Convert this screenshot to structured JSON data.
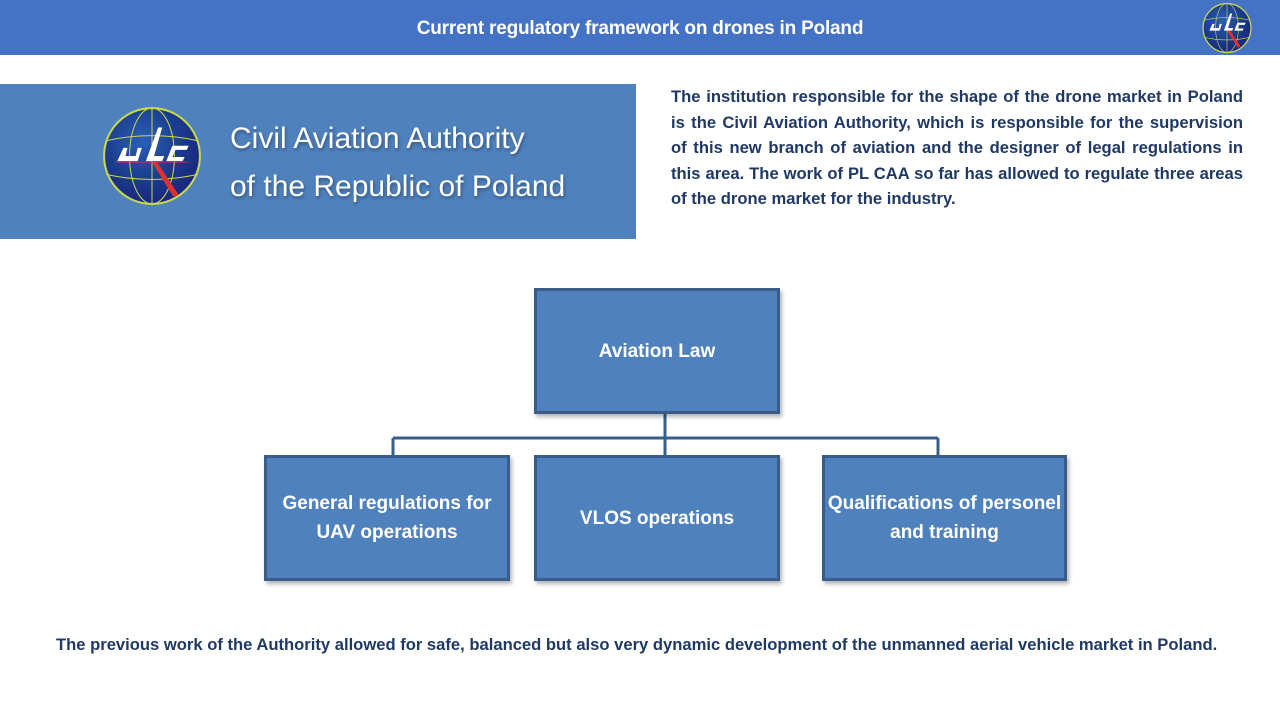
{
  "header": {
    "title": "Current regulatory framework on drones in Poland",
    "logo_icon": "ulc-globe-logo-icon"
  },
  "authority": {
    "name_line1": "Civil Aviation Authority",
    "name_line2": "of the Republic of Poland",
    "logo_icon": "ulc-globe-logo-icon"
  },
  "intro_text": "The institution responsible for the shape of the drone market in Poland is the Civil Aviation Authority, which is responsible for the supervision of this new branch of aviation and the designer of legal regulations in this area. The work of PL CAA so far has allowed to regulate three areas of the drone market for the industry.",
  "org_chart": {
    "root": "Aviation Law",
    "children": [
      "General regulations for UAV operations",
      "VLOS operations",
      "Qualifications of personel and training"
    ]
  },
  "outro_text": "The previous work of the Authority allowed for safe, balanced but also very dynamic development of the unmanned aerial vehicle market in Poland.",
  "colors": {
    "title_bar": "#4472c4",
    "box_fill": "#4f81bd",
    "box_border": "#385d8a",
    "body_text": "#1f3864",
    "logo_red": "#e03030",
    "logo_navy": "#1a237e"
  }
}
